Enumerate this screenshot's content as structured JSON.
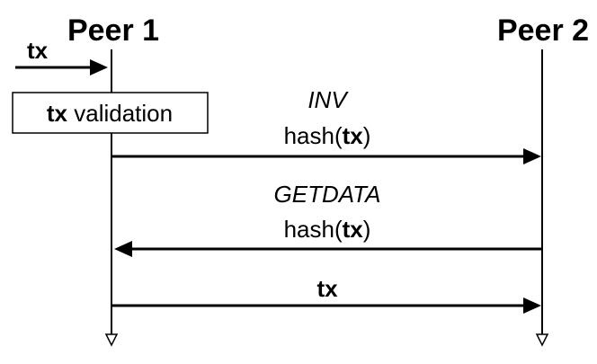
{
  "peers": {
    "left": "Peer 1",
    "right": "Peer 2"
  },
  "input": {
    "label": "tx"
  },
  "validation_box": {
    "bold": "tx",
    "rest": " validation"
  },
  "messages": [
    {
      "title": "INV",
      "prefix": "hash(",
      "bold": "tx",
      "suffix": ")"
    },
    {
      "title": "GETDATA",
      "prefix": "hash(",
      "bold": "tx",
      "suffix": ")"
    },
    {
      "title": "",
      "prefix": "",
      "bold": "tx",
      "suffix": ""
    }
  ]
}
